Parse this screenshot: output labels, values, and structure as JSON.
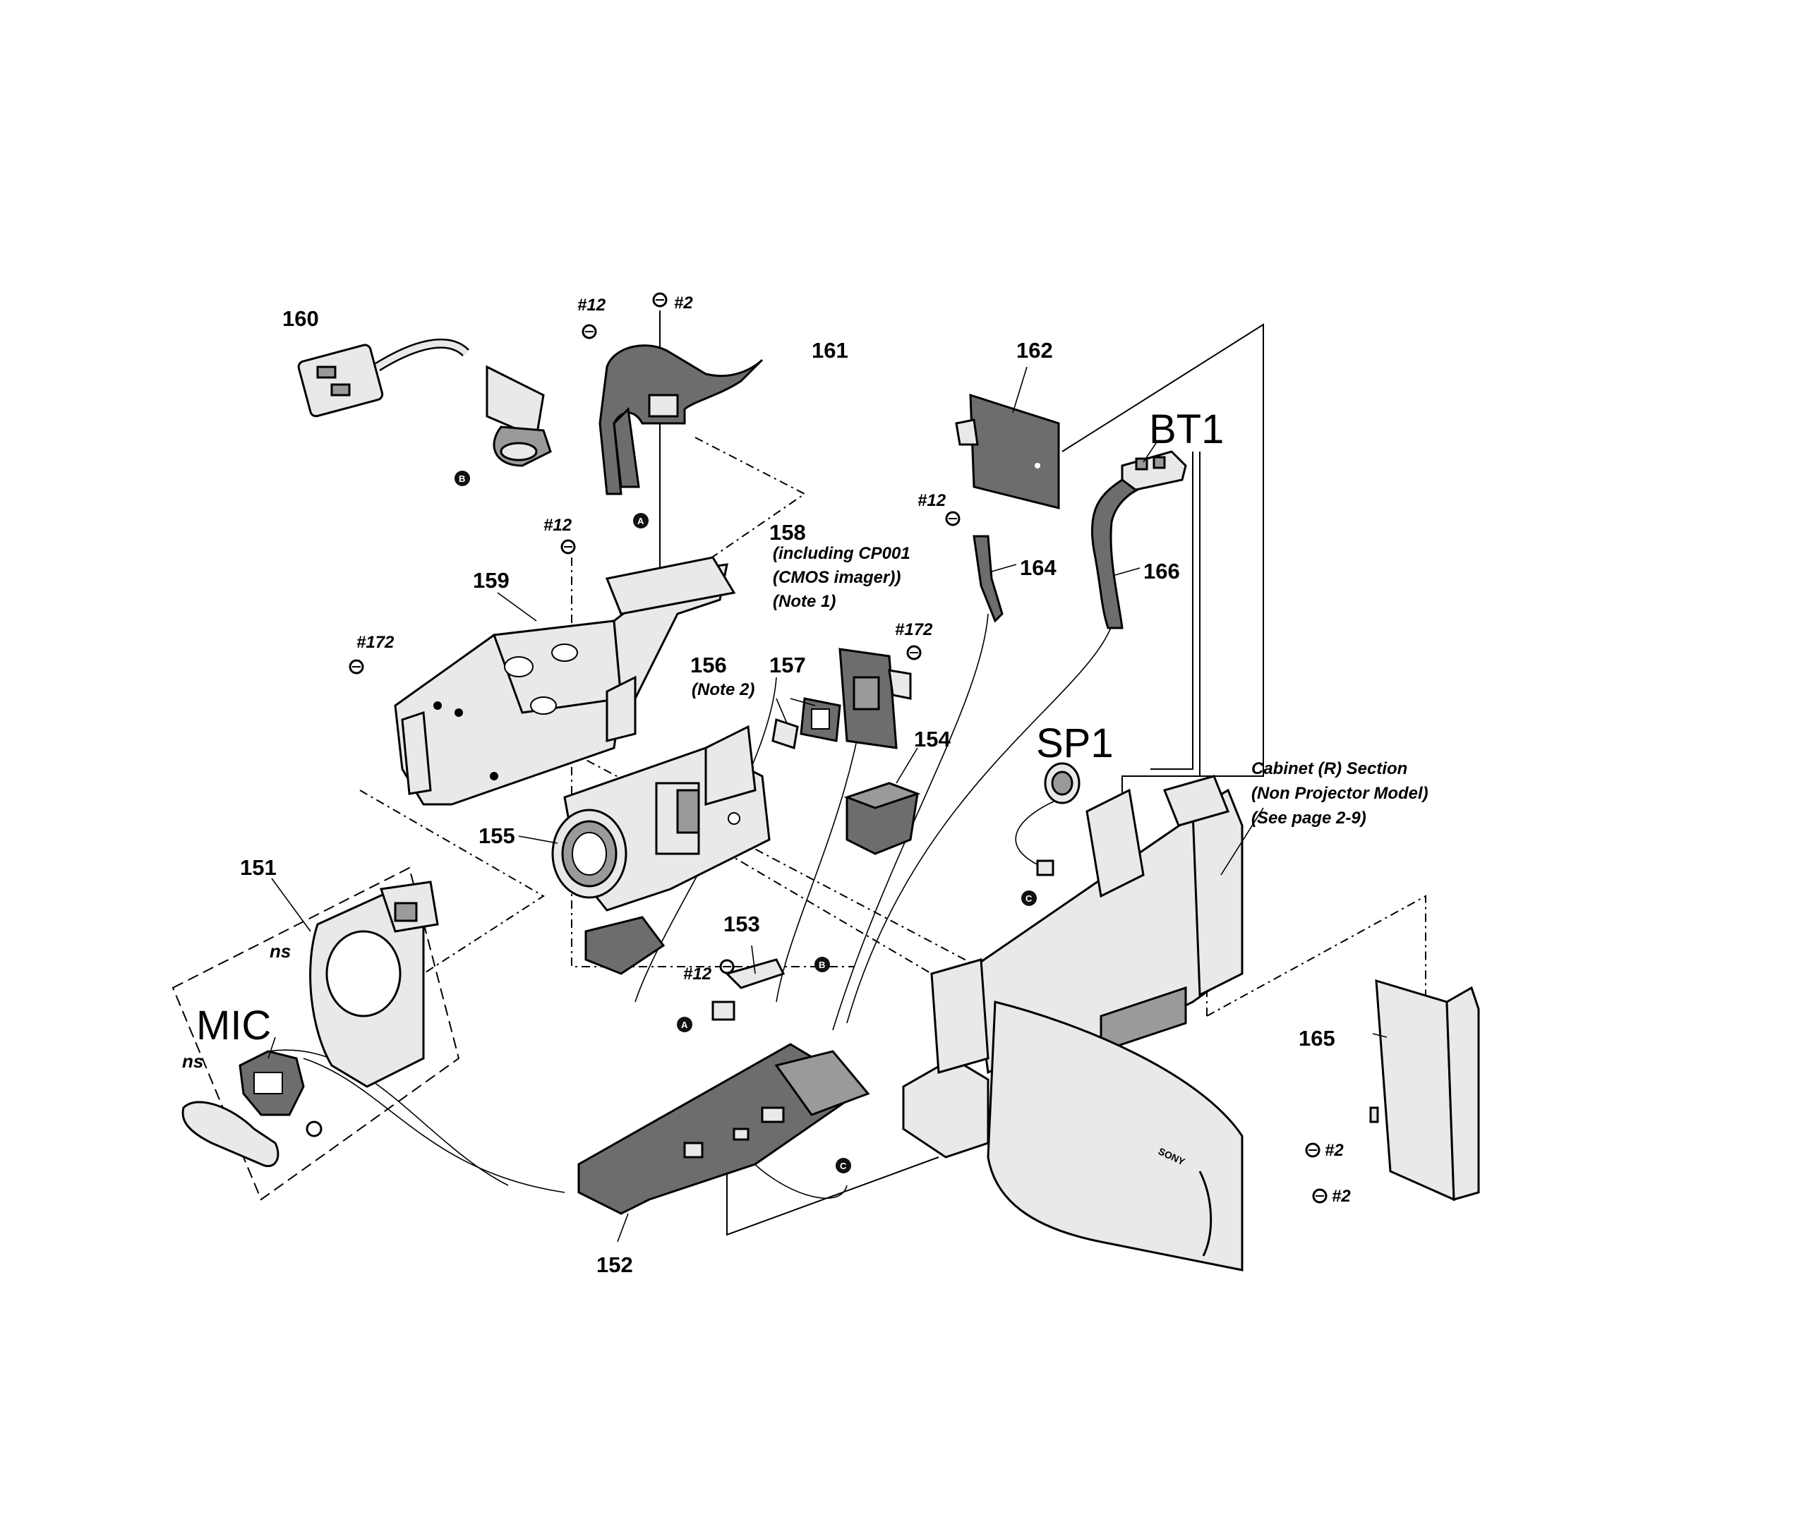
{
  "diagram": {
    "part_labels": {
      "p151": "151",
      "p152": "152",
      "p153": "153",
      "p154": "154",
      "p155": "155",
      "p156": "156",
      "p157": "157",
      "p158": "158",
      "p159": "159",
      "p160": "160",
      "p161": "161",
      "p162": "162",
      "p164": "164",
      "p165": "165",
      "p166": "166"
    },
    "component_labels": {
      "mic": "MIC",
      "sp1": "SP1",
      "bt1": "BT1"
    },
    "screw_labels": {
      "s12": "#12",
      "s2": "#2",
      "s172": "#172"
    },
    "notes": {
      "n156": "(Note 2)",
      "n158_line1": "(including CP001",
      "n158_line2": "(CMOS imager))",
      "n158_line3": "(Note 1)",
      "ns": "ns",
      "cabinet_line1": "Cabinet (R) Section",
      "cabinet_line2": "(Non Projector Model)",
      "cabinet_line3": "(See page 2-9)"
    },
    "connector_markers": {
      "a": "A",
      "b": "B",
      "c": "C"
    },
    "brand": "SONY"
  }
}
